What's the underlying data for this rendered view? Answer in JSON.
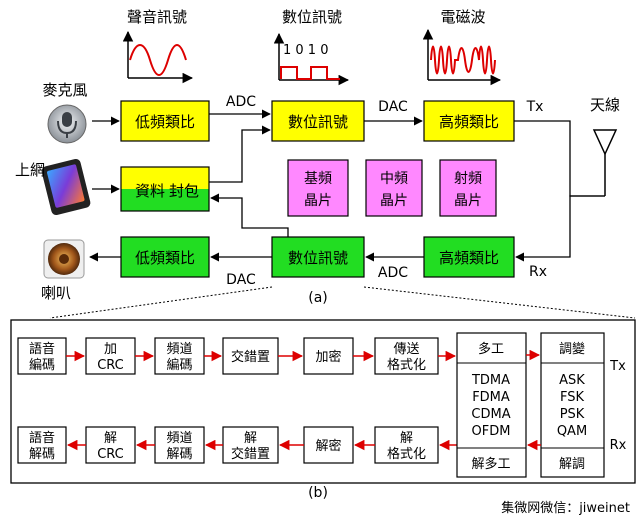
{
  "colors": {
    "yellow": "#ffff00",
    "green": "#22dd22",
    "pink": "#ff88ff",
    "red": "#dd0000",
    "black": "#000000"
  },
  "part_a": {
    "top_labels": {
      "voice_signal": "聲音訊號",
      "digital_signal": "數位訊號",
      "em_wave": "電磁波",
      "bits": "1 0 1 0"
    },
    "devices": {
      "microphone": "麥克風",
      "internet": "上網",
      "speaker": "喇叭",
      "antenna": "天線"
    },
    "blocks": {
      "low_freq_analog_tx": "低頻類比",
      "digital_signal_tx": "數位訊號",
      "high_freq_analog_tx": "高頻類比",
      "data_packet": [
        "資料",
        "封包"
      ],
      "low_freq_analog_rx": "低頻類比",
      "digital_signal_rx": "數位訊號",
      "high_freq_analog_rx": "高頻類比"
    },
    "chips": {
      "baseband": [
        "基頻",
        "晶片"
      ],
      "if": [
        "中頻",
        "晶片"
      ],
      "rf": [
        "射頻",
        "晶片"
      ]
    },
    "arrow_labels": {
      "adc_tx": "ADC",
      "dac_tx": "DAC",
      "tx": "Tx",
      "adc_rx": "ADC",
      "dac_rx": "DAC",
      "rx": "Rx"
    },
    "caption": "(a)"
  },
  "part_b": {
    "tx_chain": [
      [
        "語音",
        "編碼"
      ],
      [
        "加",
        "CRC"
      ],
      [
        "頻道",
        "編碼"
      ],
      [
        "交錯置"
      ],
      [
        "加密"
      ],
      [
        "傳送",
        "格式化"
      ]
    ],
    "rx_chain": [
      [
        "語音",
        "解碼"
      ],
      [
        "解",
        "CRC"
      ],
      [
        "頻道",
        "解碼"
      ],
      [
        "解",
        "交錯置"
      ],
      [
        "解密"
      ],
      [
        "解",
        "格式化"
      ]
    ],
    "multiplex": {
      "top": "多工",
      "items": [
        "TDMA",
        "FDMA",
        "CDMA",
        "OFDM"
      ],
      "bottom": "解多工"
    },
    "modulation": {
      "top": "調變",
      "items": [
        "ASK",
        "FSK",
        "PSK",
        "QAM"
      ],
      "bottom": "解調"
    },
    "tx_label": "Tx",
    "rx_label": "Rx",
    "caption": "(b)"
  },
  "watermark": "集微网微信：jiweinet"
}
